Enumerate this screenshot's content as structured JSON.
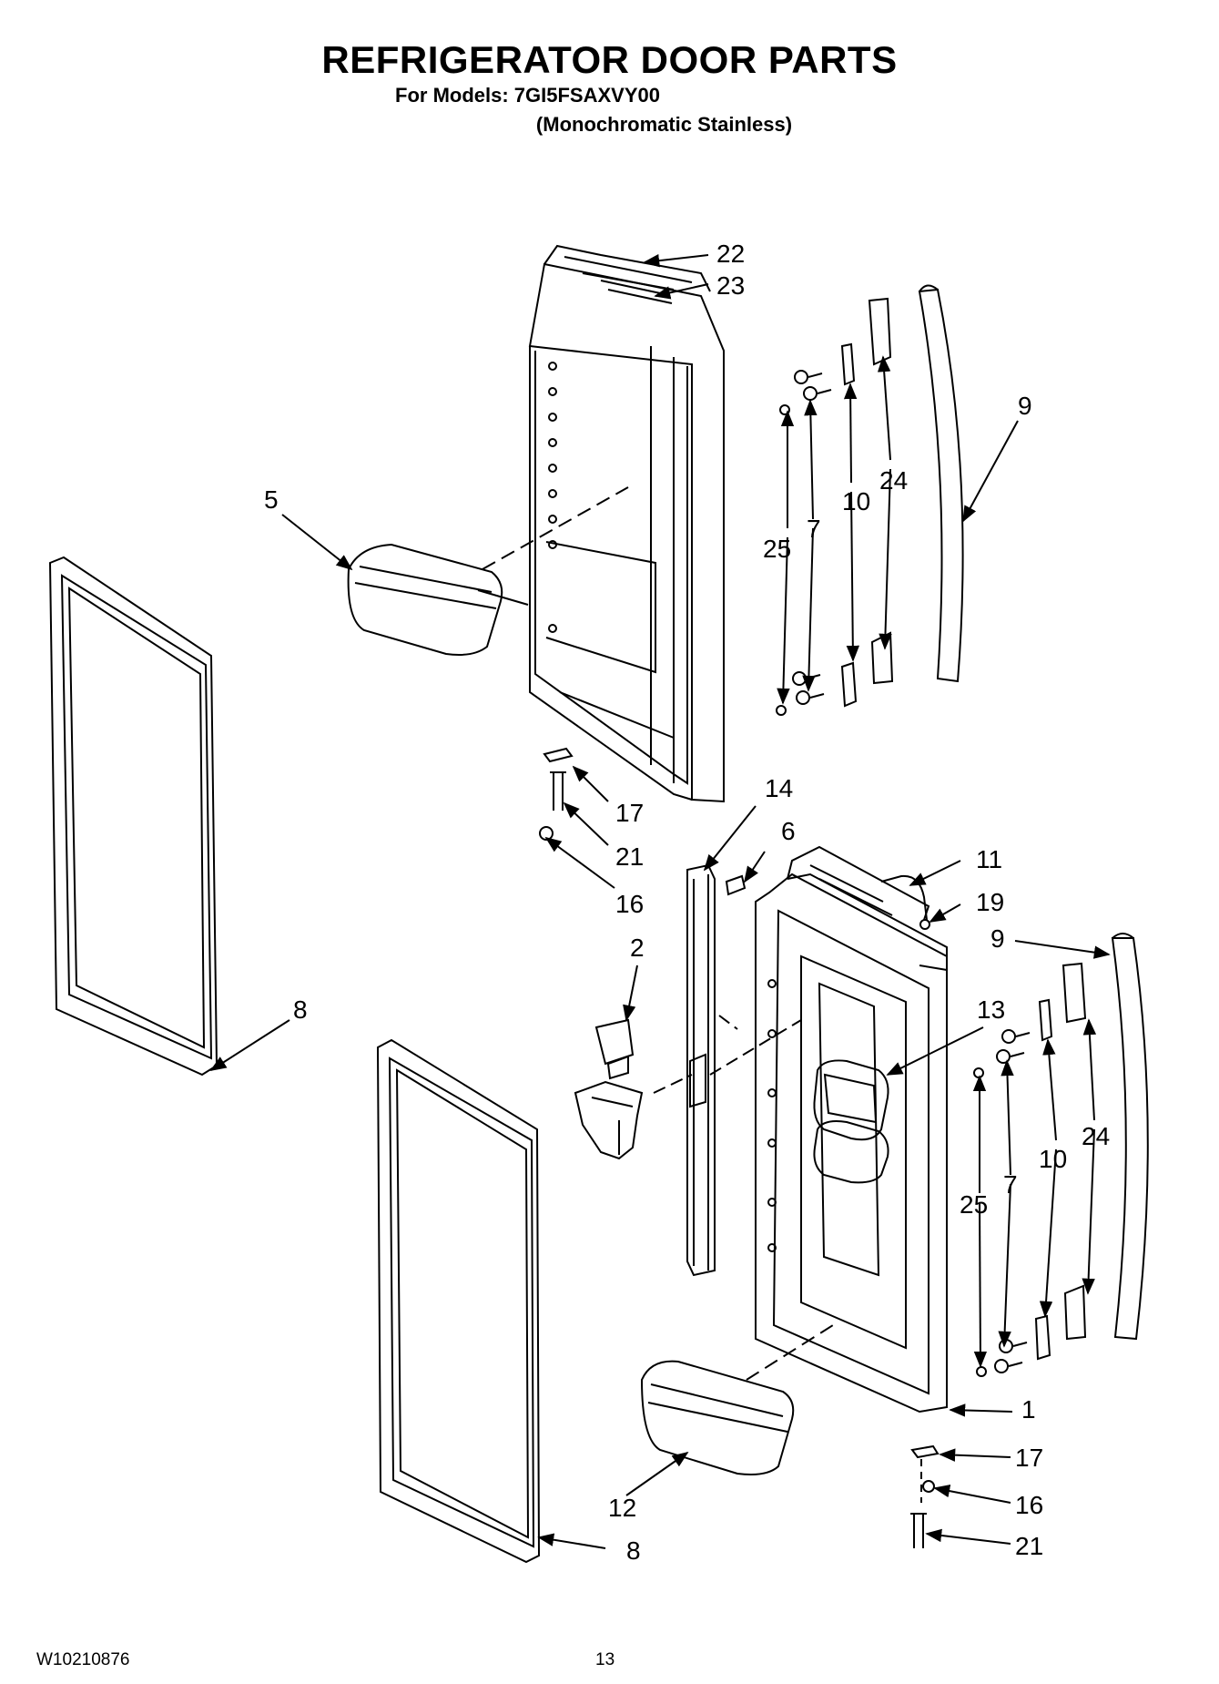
{
  "header": {
    "title": "REFRIGERATOR DOOR PARTS",
    "models_line": "For Models: 7GI5FSAXVY00",
    "finish": "(Monochromatic Stainless)"
  },
  "callouts": {
    "c22": "22",
    "c23": "23",
    "c9a": "9",
    "c24a": "24",
    "c10a": "10",
    "c7a": "7",
    "c25a": "25",
    "c5": "5",
    "c17a": "17",
    "c21a": "21",
    "c16a": "16",
    "c8a": "8",
    "c14": "14",
    "c6": "6",
    "c2": "2",
    "c11": "11",
    "c19": "19",
    "c9b": "9",
    "c13": "13",
    "c24b": "24",
    "c10b": "10",
    "c7b": "7",
    "c25b": "25",
    "c1": "1",
    "c17b": "17",
    "c16b": "16",
    "c21b": "21",
    "c12": "12",
    "c8b": "8"
  },
  "footer": {
    "doc_number": "W10210876",
    "page_number": "13"
  }
}
